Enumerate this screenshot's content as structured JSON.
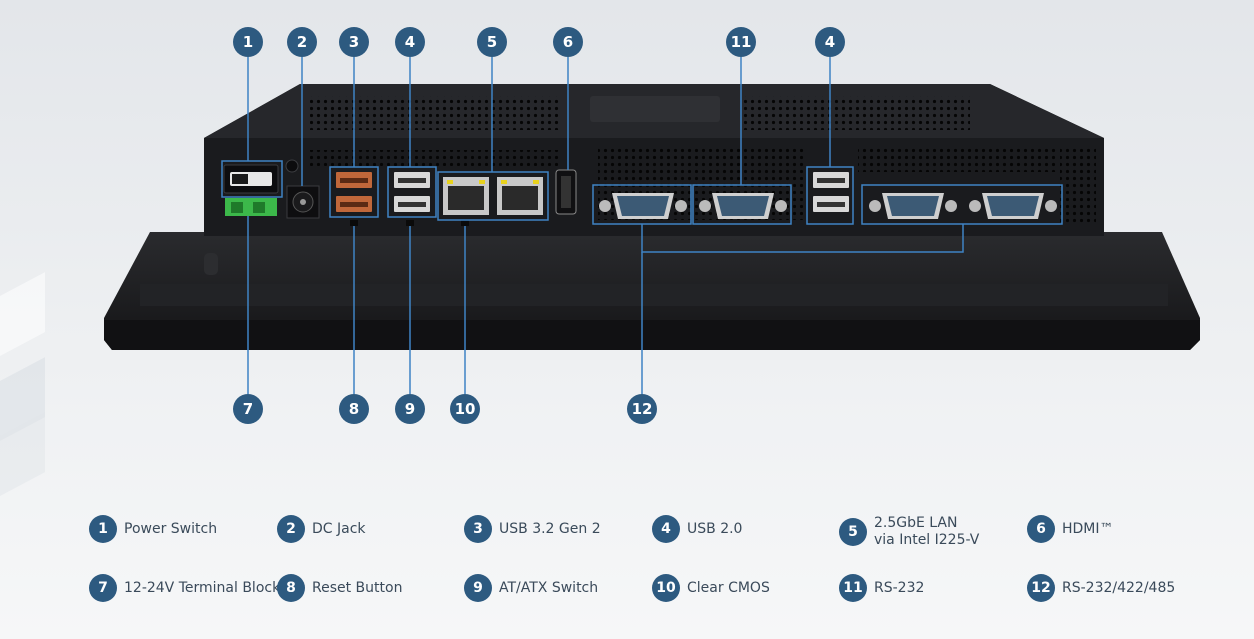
{
  "callouts": {
    "c1": "1",
    "c2": "2",
    "c3": "3",
    "c4a": "4",
    "c5": "5",
    "c6": "6",
    "c11": "11",
    "c4b": "4",
    "c7": "7",
    "c8": "8",
    "c9": "9",
    "c10": "10",
    "c12": "12"
  },
  "legend": [
    {
      "num": "1",
      "label": "Power Switch"
    },
    {
      "num": "2",
      "label": "DC Jack"
    },
    {
      "num": "3",
      "label": "USB 3.2 Gen 2"
    },
    {
      "num": "4",
      "label": "USB 2.0"
    },
    {
      "num": "5",
      "label": "2.5GbE LAN\nvia Intel I225-V"
    },
    {
      "num": "6",
      "label": "HDMI™"
    },
    {
      "num": "7",
      "label": "12-24V Terminal Block"
    },
    {
      "num": "8",
      "label": "Reset Button"
    },
    {
      "num": "9",
      "label": "AT/ATX Switch"
    },
    {
      "num": "10",
      "label": "Clear CMOS"
    },
    {
      "num": "11",
      "label": "RS-232"
    },
    {
      "num": "12",
      "label": "RS-232/422/485"
    }
  ],
  "colors": {
    "badge": "#2d5a80",
    "highlight": "#3f83c4",
    "device_body": "#1c1d20",
    "terminal_block": "#3cb84a",
    "usb3_port": "#c0673a"
  }
}
